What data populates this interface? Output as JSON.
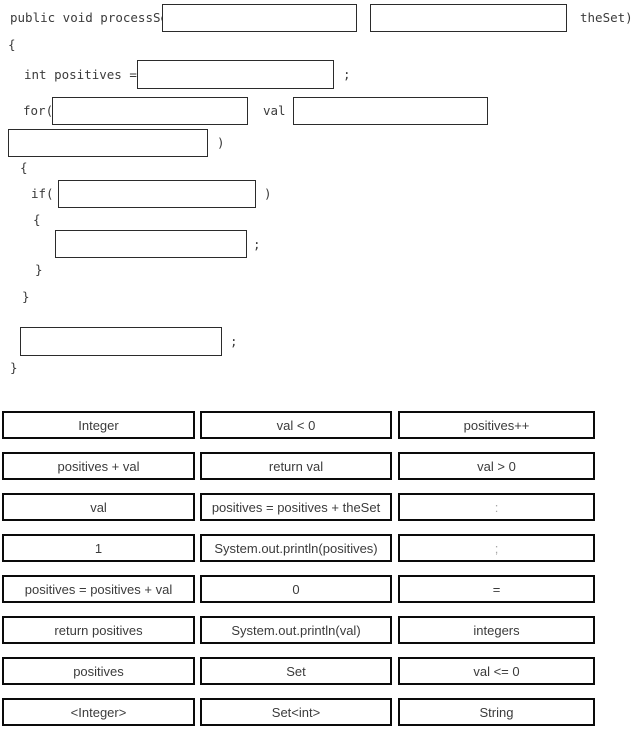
{
  "code": {
    "line1_prefix": "public void processSet(",
    "line1_suffix": "theSet)",
    "open_brace": "{",
    "close_brace": "}",
    "int_decl": "int positives =",
    "semicolon": ";",
    "for_keyword": "for(",
    "val_label": "val",
    "close_paren": ")",
    "if_keyword": "if("
  },
  "tiles": [
    [
      "Integer",
      "val < 0",
      "positives++"
    ],
    [
      "positives + val",
      "return val",
      "val > 0"
    ],
    [
      "val",
      "positives = positives + theSet",
      ":"
    ],
    [
      "1",
      "System.out.println(positives)",
      ";"
    ],
    [
      "positives = positives + val",
      "0",
      "="
    ],
    [
      "return positives",
      "System.out.println(val)",
      "integers"
    ],
    [
      "positives",
      "Set",
      "val <= 0"
    ],
    [
      "<Integer>",
      "Set<int>",
      "String"
    ]
  ],
  "colors": {
    "code_text": "#3b3b3b",
    "tile_border": "#0a0a0a",
    "muted_tile_text": "#a8a8a8"
  }
}
